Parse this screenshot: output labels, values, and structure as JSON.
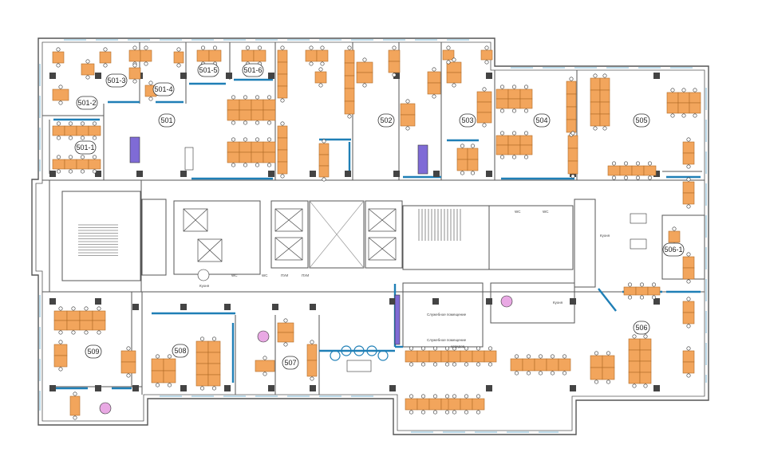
{
  "rooms": [
    {
      "label": "501-3"
    },
    {
      "label": "501-4"
    },
    {
      "label": "501-5"
    },
    {
      "label": "501-6"
    },
    {
      "label": "501-2"
    },
    {
      "label": "501"
    },
    {
      "label": "501-1"
    },
    {
      "label": "502"
    },
    {
      "label": "503"
    },
    {
      "label": "504"
    },
    {
      "label": "505"
    },
    {
      "label": "506-1"
    },
    {
      "label": "509"
    },
    {
      "label": "508"
    },
    {
      "label": "507"
    },
    {
      "label": "506"
    }
  ],
  "small_text": [
    "Кухня",
    "Кухня",
    "Кухня",
    "Служебное помещение",
    "Служебное помещение",
    "коридор",
    "WC",
    "WC",
    "WC",
    "WC",
    "ПУИ",
    "ПУИ"
  ],
  "colors": {
    "desk": "#f2a55c",
    "desk_stroke": "#b06a25",
    "wall": "#555555",
    "window": "#2a8fc1",
    "partition": "#1f7fb6",
    "column": "#444444",
    "purple": "#7f6bd6",
    "table": "#ffffff",
    "pink": "#e9a9e4"
  }
}
